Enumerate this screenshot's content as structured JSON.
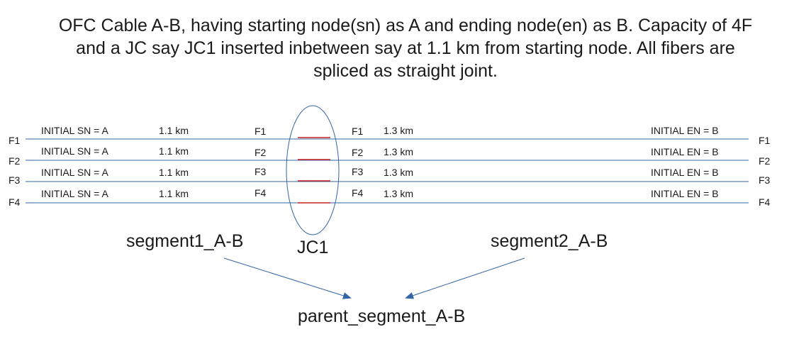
{
  "title_lines": [
    "OFC Cable A-B, having starting node(sn) as A and ending node(en) as B. Capacity of 4F",
    "and a JC say JC1 inserted inbetween say at 1.1 km from starting node. All fibers are",
    "spliced as straight joint."
  ],
  "fibers": [
    {
      "left_id": "F1",
      "start": "INITIAL SN = A",
      "dist1": "1.1 km",
      "left_jc": "F1",
      "right_jc": "F1",
      "dist2": "1.3 km",
      "end": "INITIAL EN = B",
      "right_id": "F1"
    },
    {
      "left_id": "F2",
      "start": "INITIAL SN = A",
      "dist1": "1.1 km",
      "left_jc": "F2",
      "right_jc": "F2",
      "dist2": "1.3 km",
      "end": "INITIAL EN = B",
      "right_id": "F2"
    },
    {
      "left_id": "F3",
      "start": "INITIAL SN = A",
      "dist1": "1.1 km",
      "left_jc": "F3",
      "right_jc": "F3",
      "dist2": "1.3 km",
      "end": "INITIAL EN = B",
      "right_id": "F3"
    },
    {
      "left_id": "F4",
      "start": "INITIAL SN = A",
      "dist1": "1.1 km",
      "left_jc": "F4",
      "right_jc": "F4",
      "dist2": "1.3 km",
      "end": "INITIAL EN = B",
      "right_id": "F4"
    }
  ],
  "jc_label": "JC1",
  "segment1": "segment1_A-B",
  "segment2": "segment2_A-B",
  "parent": "parent_segment_A-B",
  "colors": {
    "fiber_line": "#3465a4",
    "splice": "#c9211e",
    "arrow": "#3465a4",
    "text": "#1a1a1a"
  }
}
